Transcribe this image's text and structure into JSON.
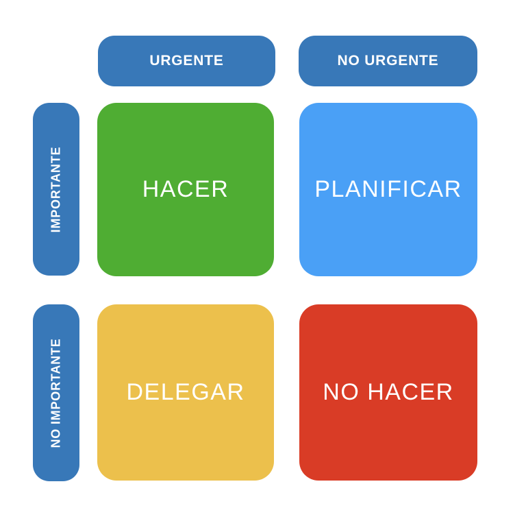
{
  "matrix": {
    "title": "Eisenhower priority matrix (Spanish)",
    "colors": {
      "header_blue": "#3878b8",
      "background": "#ffffff",
      "label_text": "#ffffff"
    },
    "column_headers": [
      {
        "label": "URGENTE",
        "color": "#3878b8"
      },
      {
        "label": "NO URGENTE",
        "color": "#3878b8"
      }
    ],
    "row_headers": [
      {
        "label": "IMPORTANTE",
        "color": "#3878b8"
      },
      {
        "label": "NO IMPORTANTE",
        "color": "#3878b8"
      }
    ],
    "quadrants": [
      {
        "label": "HACER",
        "color": "#4fad33",
        "row": "IMPORTANTE",
        "column": "URGENTE"
      },
      {
        "label": "PLANIFICAR",
        "color": "#4aa0f6",
        "row": "IMPORTANTE",
        "column": "NO URGENTE"
      },
      {
        "label": "DELEGAR",
        "color": "#ecc04c",
        "row": "NO IMPORTANTE",
        "column": "URGENTE"
      },
      {
        "label": "NO HACER",
        "color": "#d93c26",
        "row": "NO IMPORTANTE",
        "column": "NO URGENTE"
      }
    ]
  }
}
